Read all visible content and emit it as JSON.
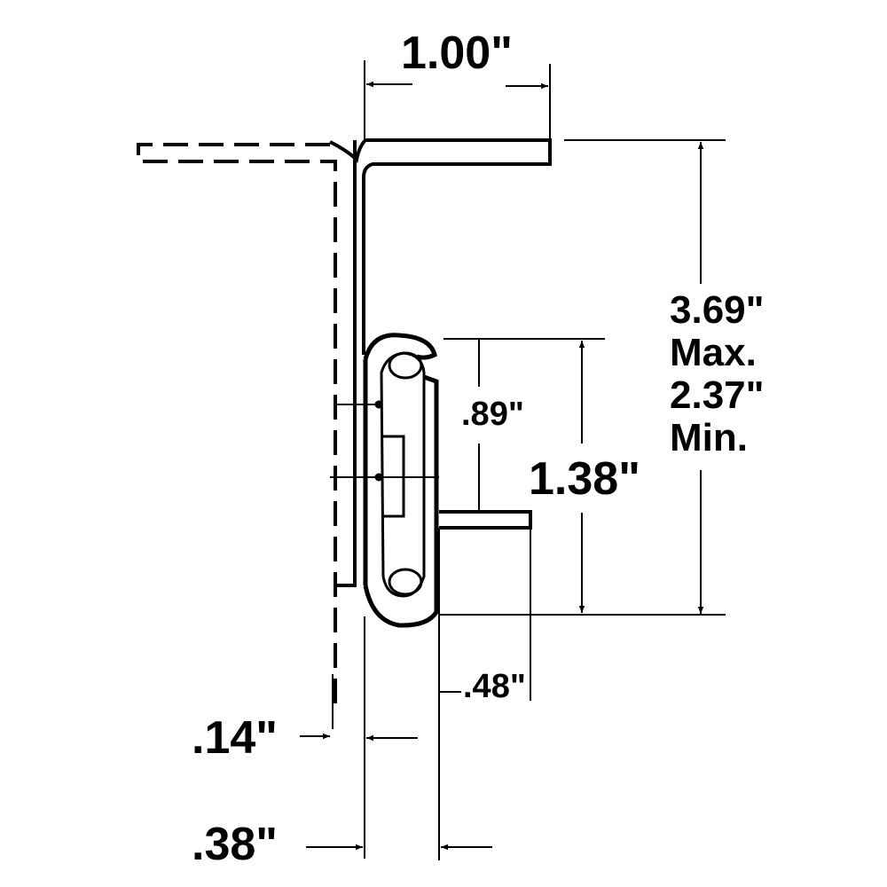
{
  "diagram": {
    "title": "Drawer slide bracket dimension drawing",
    "colors": {
      "line": "#000000",
      "background": "#ffffff"
    },
    "dimensions": {
      "top_width": "1.00\"",
      "center_height": "1.38\"",
      "roller_spacing": ".89\"",
      "bracket_height_max": "3.69\"",
      "max_label": "Max.",
      "bracket_height_min": "2.37\"",
      "min_label": "Min.",
      "flange_offset": ".48\"",
      "dashed_offset": ".14\"",
      "slide_thickness": ".38\""
    }
  }
}
